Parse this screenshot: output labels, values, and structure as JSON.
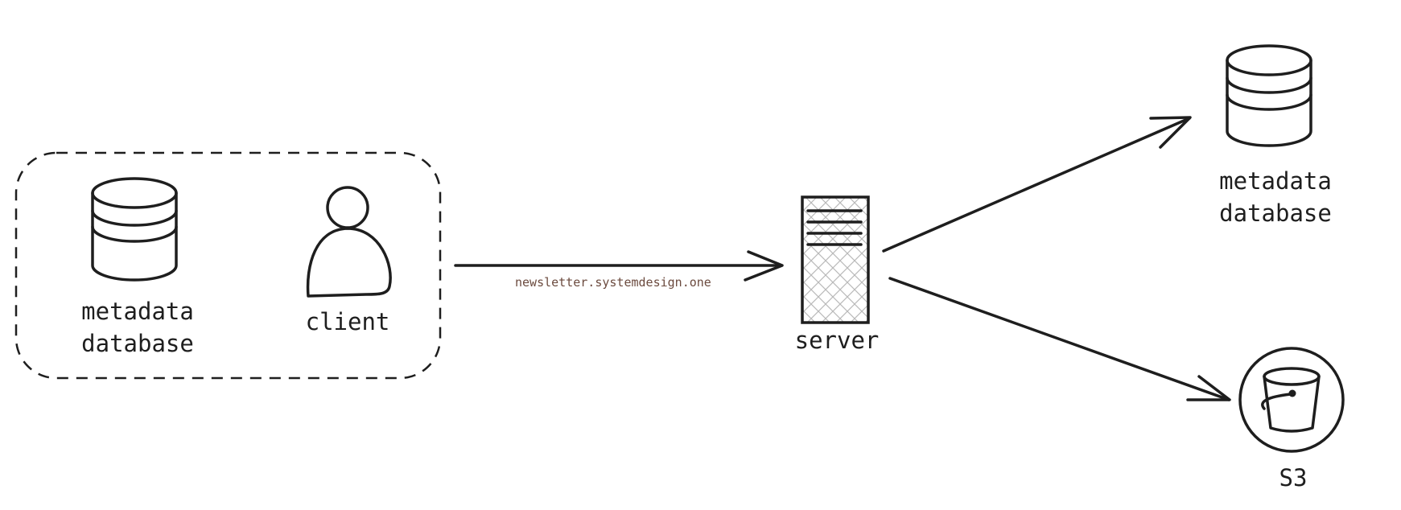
{
  "diagram": {
    "nodes": {
      "client_metadata_db": {
        "label_line1": "metadata",
        "label_line2": "database",
        "icon": "database-icon"
      },
      "client": {
        "label": "client",
        "icon": "user-icon"
      },
      "server": {
        "label": "server",
        "icon": "server-icon"
      },
      "remote_metadata_db": {
        "label_line1": "metadata",
        "label_line2": "database",
        "icon": "database-icon"
      },
      "s3": {
        "label": "S3",
        "icon": "bucket-icon"
      }
    },
    "group": {
      "style": "dashed",
      "contains": [
        "client_metadata_db",
        "client"
      ]
    },
    "edges": [
      {
        "from": "group",
        "to": "server"
      },
      {
        "from": "server",
        "to": "remote_metadata_db"
      },
      {
        "from": "server",
        "to": "s3"
      }
    ],
    "watermark": "newsletter.systemdesign.one",
    "colors": {
      "stroke": "#1e1e1e",
      "watermark": "#6b4a3e",
      "background": "#ffffff"
    }
  }
}
